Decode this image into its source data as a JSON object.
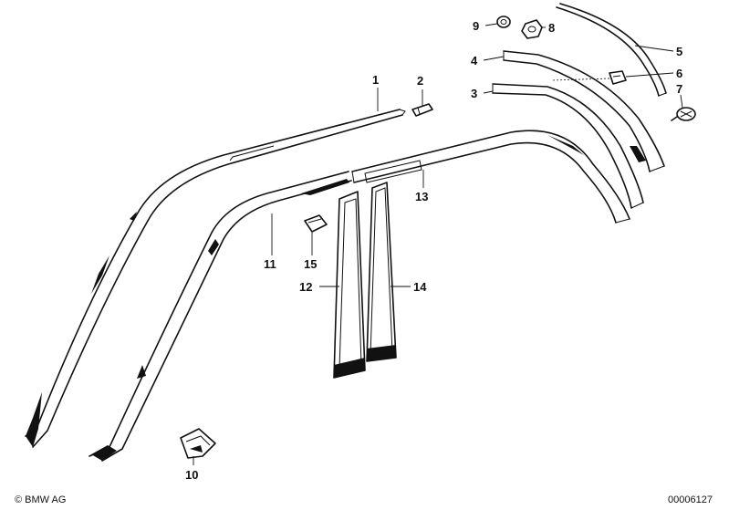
{
  "callouts": [
    {
      "id": "1",
      "label": "1"
    },
    {
      "id": "2",
      "label": "2"
    },
    {
      "id": "3",
      "label": "3"
    },
    {
      "id": "4",
      "label": "4"
    },
    {
      "id": "5",
      "label": "5"
    },
    {
      "id": "6",
      "label": "6"
    },
    {
      "id": "7",
      "label": "7"
    },
    {
      "id": "8",
      "label": "8"
    },
    {
      "id": "9",
      "label": "9"
    },
    {
      "id": "10",
      "label": "10"
    },
    {
      "id": "11",
      "label": "11"
    },
    {
      "id": "12",
      "label": "12"
    },
    {
      "id": "13",
      "label": "13"
    },
    {
      "id": "14",
      "label": "14"
    },
    {
      "id": "15",
      "label": "15"
    }
  ],
  "footer": {
    "copyright": "© BMW AG",
    "diagram_number": "00006127"
  }
}
